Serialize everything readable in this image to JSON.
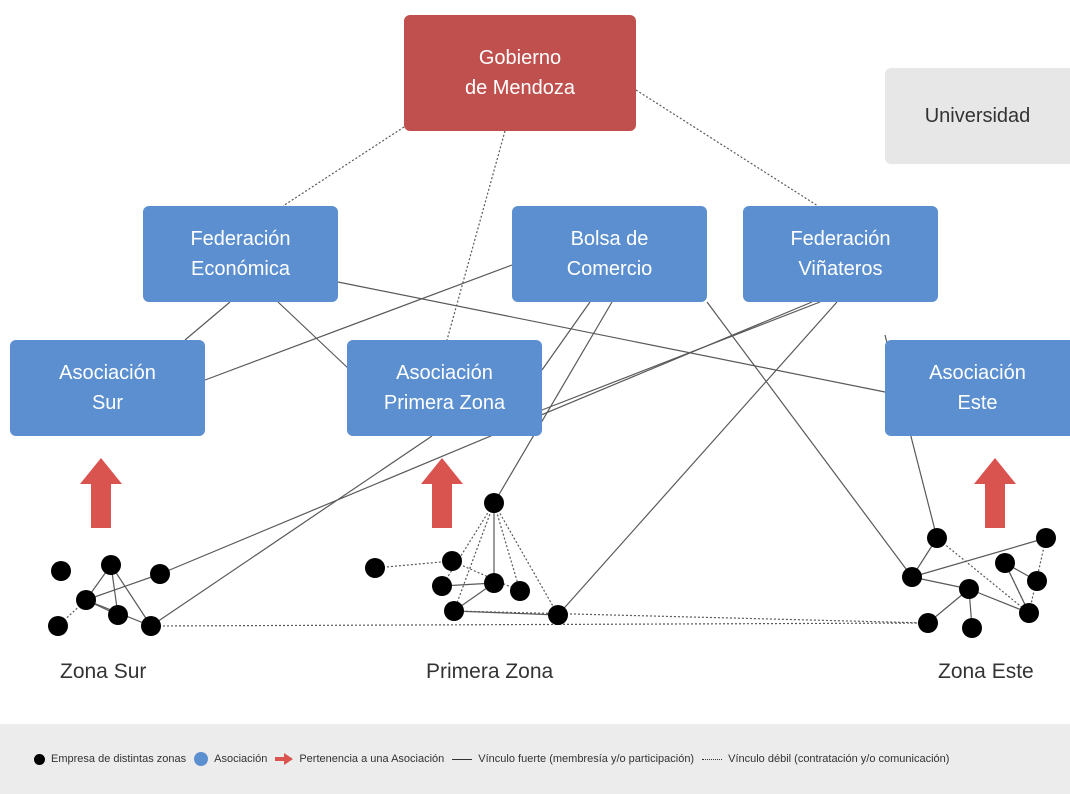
{
  "nodes": {
    "gobierno": "Gobierno\nde Mendoza",
    "universidad": "Universidad",
    "federacion_economica": "Federación\nEconómica",
    "bolsa_comercio": "Bolsa de\nComercio",
    "federacion_vinateros": "Federación\nViñateros",
    "asociacion_sur": "Asociación\nSur",
    "asociacion_primera": "Asociación\nPrimera Zona",
    "asociacion_este": "Asociación\nEste"
  },
  "zones": {
    "sur": "Zona Sur",
    "primera": "Primera Zona",
    "este": "Zona Este"
  },
  "legend": {
    "empresa": "Empresa de distintas zonas",
    "asociacion": "Asociación",
    "pertenencia": "Pertenencia a una Asociación",
    "vinculo_fuerte": "Vínculo fuerte (membresía y/o participación)",
    "vinculo_debil": "Vínculo débil (contratación y/o comunicación)"
  },
  "colors": {
    "government": "#c0504d",
    "association": "#5b8fd0",
    "company": "#000000",
    "university_bg": "#e7e7e7",
    "arrow": "#d9534f",
    "legend_bg": "#ececec"
  }
}
